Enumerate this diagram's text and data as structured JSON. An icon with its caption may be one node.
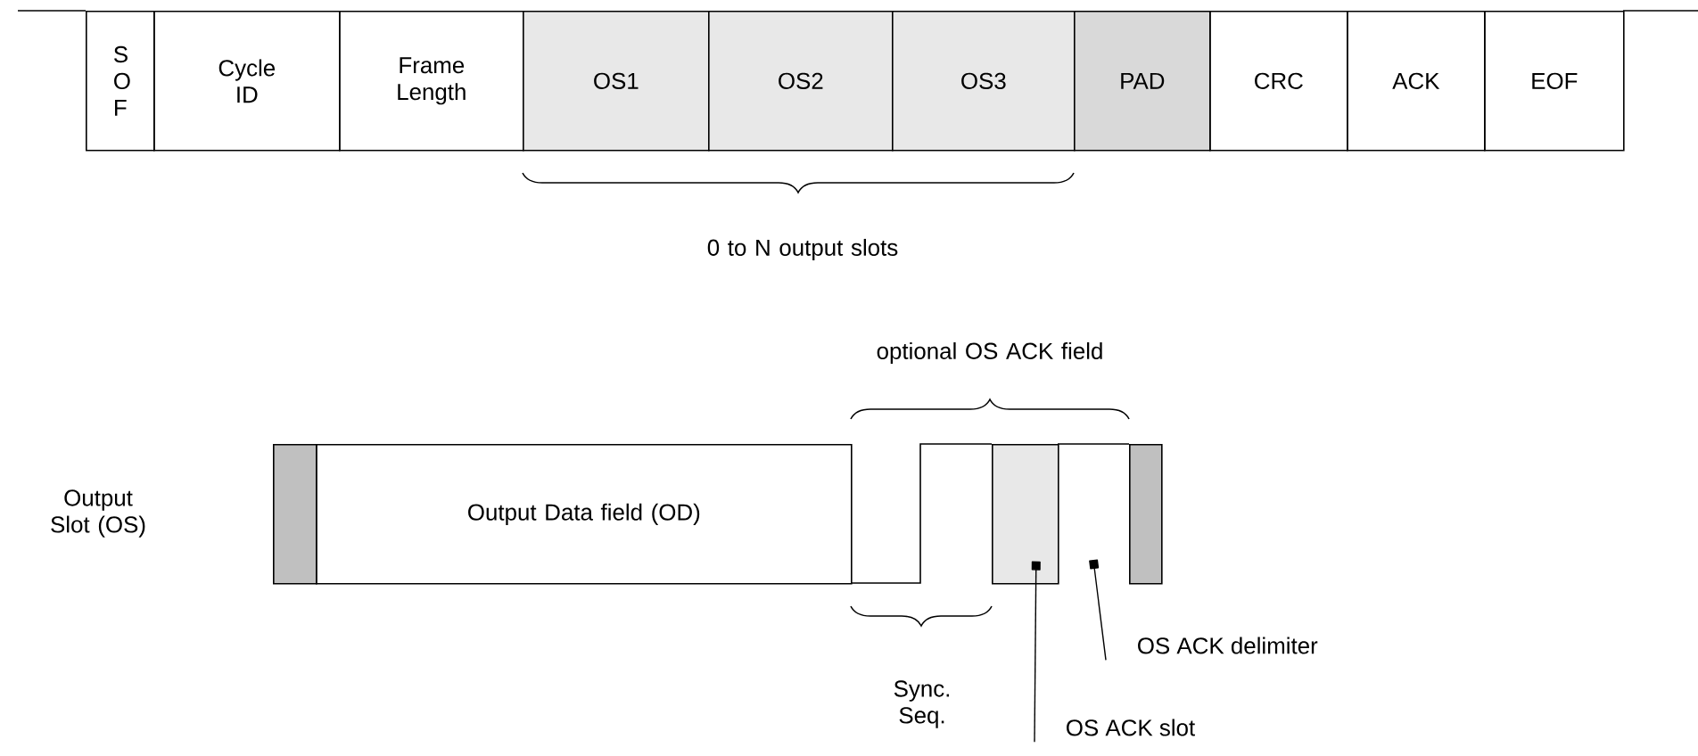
{
  "diagram": {
    "nodes": [
      {
        "text": [
          "S O F"
        ]
      },
      {
        "text": [
          "Cycle ID"
        ]
      },
      {
        "text": [
          "Frame Length"
        ]
      },
      {
        "text": [
          "OS1"
        ]
      },
      {
        "text": [
          "OS2"
        ]
      },
      {
        "text": [
          "OS3"
        ]
      },
      {
        "text": [
          "PAD"
        ]
      },
      {
        "text": [
          "CRC"
        ]
      },
      {
        "text": [
          "ACK"
        ]
      },
      {
        "text": [
          "EOF"
        ]
      },
      {
        "text": [],
        "shape": "box"
      },
      {
        "text": [
          "Output Data field (OD)"
        ]
      },
      {
        "text": [],
        "shape": "box"
      },
      {
        "text": [],
        "shape": "box"
      },
      {
        "text": [
          "OS ACK delimiter"
        ]
      },
      {
        "text": [
          "OS ACK slot"
        ]
      }
    ],
    "edges": [
      {
        "from": 15,
        "to": 12,
        "arrow": "other"
      },
      {
        "from": 14,
        "to": null,
        "arrow": "other"
      }
    ],
    "labels": [
      "0 to N output slots",
      "optional OS ACK field",
      "Output Slot (OS)",
      "Sync. Seq."
    ]
  }
}
